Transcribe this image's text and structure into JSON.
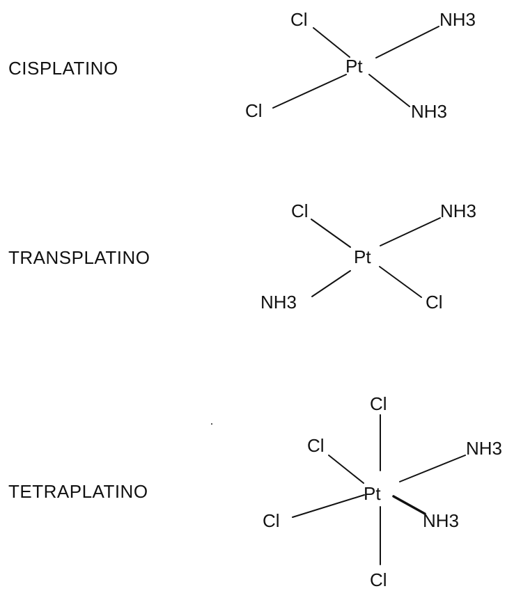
{
  "compounds": [
    {
      "name": "CISPLATINO",
      "center": "Pt",
      "ligands": [
        "Cl",
        "NH3",
        "Cl",
        "NH3"
      ]
    },
    {
      "name": "TRANSPLATINO",
      "center": "Pt",
      "ligands": [
        "Cl",
        "NH3",
        "NH3",
        "Cl"
      ]
    },
    {
      "name": "TETRAPLATINO",
      "center": "Pt",
      "ligands": [
        "Cl",
        "Cl",
        "NH3",
        "Cl",
        "NH3",
        "Cl"
      ]
    }
  ]
}
